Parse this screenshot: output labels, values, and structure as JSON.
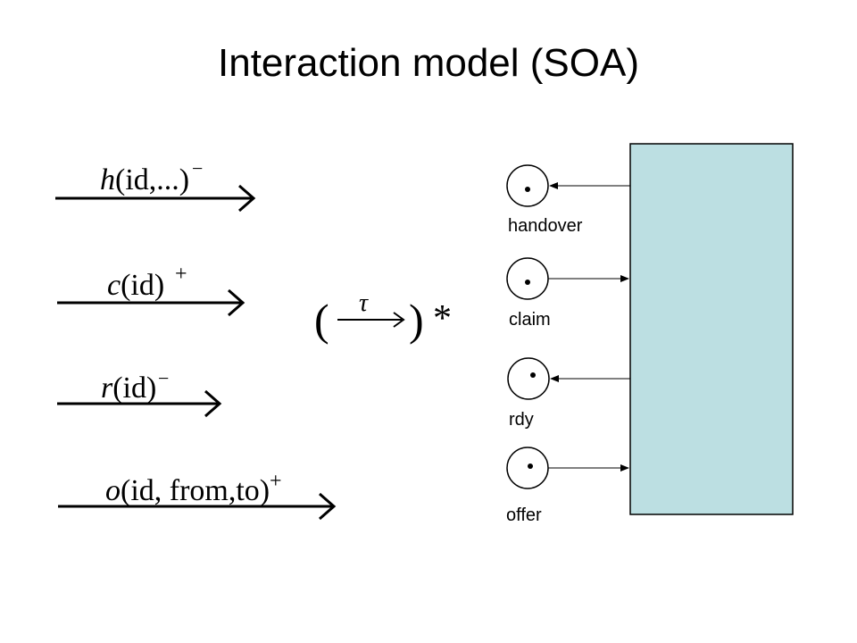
{
  "slide": {
    "title": "Interaction model (SOA)"
  },
  "left_actions": [
    {
      "name": "h",
      "args": "(id,...)",
      "sign": "−"
    },
    {
      "name": "c",
      "args": "(id)",
      "sign": "+"
    },
    {
      "name": "r",
      "args": "(id)",
      "sign": "−"
    },
    {
      "name": "o",
      "args": "(id, from,to)",
      "sign": "+"
    }
  ],
  "tau_expression": {
    "symbol": "τ",
    "open_paren": "(",
    "close_paren": ")",
    "star": "*"
  },
  "places": [
    {
      "label": "handover",
      "direction": "in"
    },
    {
      "label": "claim",
      "direction": "out"
    },
    {
      "label": "rdy",
      "direction": "in"
    },
    {
      "label": "offer",
      "direction": "out"
    }
  ],
  "colors": {
    "component_fill": "#bcdfe2",
    "stroke": "#000000"
  }
}
